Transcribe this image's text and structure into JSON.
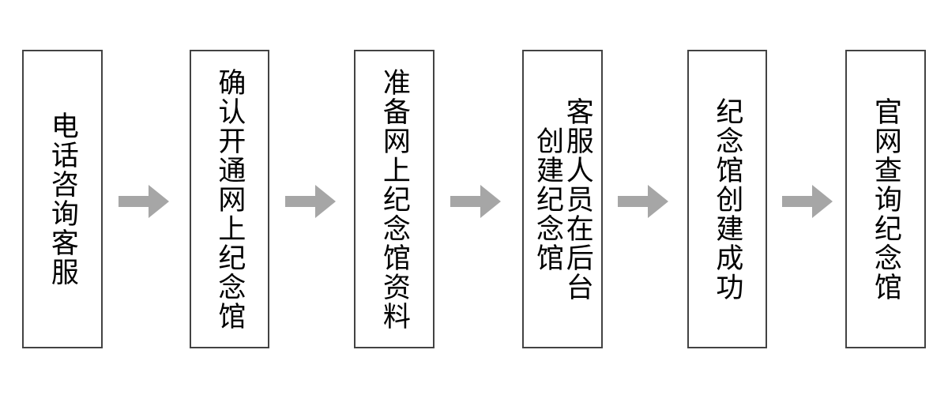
{
  "diagram": {
    "type": "flowchart",
    "orientation": "left-to-right",
    "text_direction": "vertical-rl",
    "background_color": "#ffffff",
    "node_border_color": "#434343",
    "node_fill_color": "#ffffff",
    "node_text_color": "#000000",
    "arrow_color": "#a6a6a6",
    "nodes": [
      {
        "id": "step-1",
        "label": "电话咨询客服"
      },
      {
        "id": "step-2",
        "label": "确认开通网上纪念馆"
      },
      {
        "id": "step-3",
        "label": "准备网上纪念馆资料"
      },
      {
        "id": "step-4",
        "label": "客服人员在后台创建纪念馆"
      },
      {
        "id": "step-5",
        "label": "纪念馆创建成功"
      },
      {
        "id": "step-6",
        "label": "官网查询纪念馆"
      }
    ],
    "connectors": [
      {
        "id": "arrow-1",
        "from": "step-1",
        "to": "step-2",
        "icon": "right-arrow-icon"
      },
      {
        "id": "arrow-2",
        "from": "step-2",
        "to": "step-3",
        "icon": "right-arrow-icon"
      },
      {
        "id": "arrow-3",
        "from": "step-3",
        "to": "step-4",
        "icon": "right-arrow-icon"
      },
      {
        "id": "arrow-4",
        "from": "step-4",
        "to": "step-5",
        "icon": "right-arrow-icon"
      },
      {
        "id": "arrow-5",
        "from": "step-5",
        "to": "step-6",
        "icon": "right-arrow-icon"
      }
    ]
  }
}
